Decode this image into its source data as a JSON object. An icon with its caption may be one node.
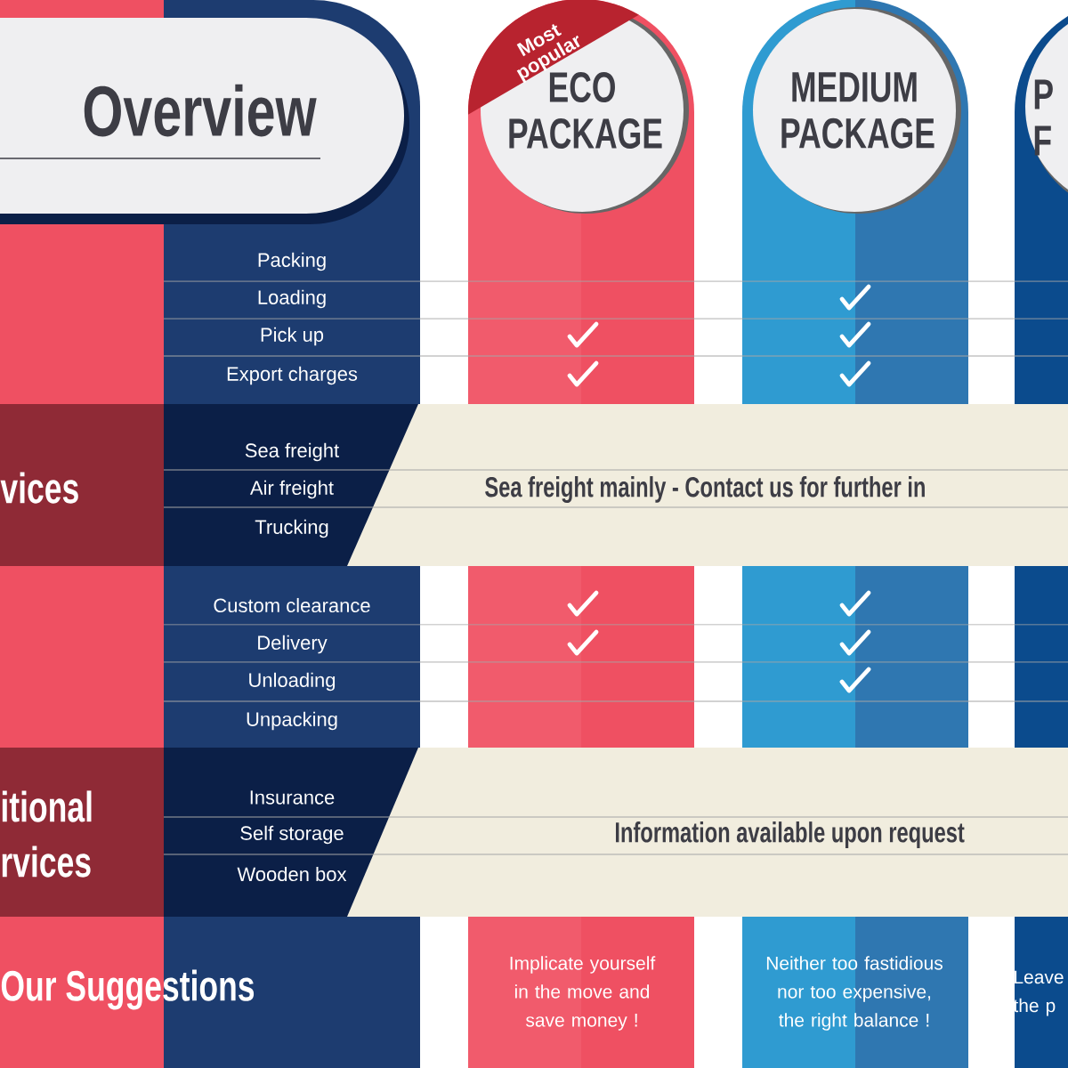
{
  "diagram": {
    "nodes": [
      {
        "text": [
          "Overview"
        ]
      },
      {
        "text": [
          "Most popular",
          "ECO PACKAGE"
        ]
      },
      {
        "text": [
          "MEDIUM PACKAGE"
        ]
      },
      {
        "text": [
          "P F"
        ]
      },
      {
        "text": [
          "Sea freight mainly - Contact us for further in"
        ]
      },
      {
        "text": [
          "Information available upon request"
        ]
      }
    ],
    "labels": [
      "Packing",
      "Loading",
      "Pick up",
      "Export charges",
      "vices",
      "Sea freight",
      "Air freight",
      "Trucking",
      "Custom clearance",
      "Delivery",
      "Unloading",
      "Unpacking",
      "itional",
      "rvices",
      "Insurance",
      "Self storage",
      "Wooden box",
      "Our Suggestions",
      "Implicate yourself in the move and save money !",
      "Neither too fastidious nor too expensive, the right balance !",
      "Leave the p"
    ]
  }
}
